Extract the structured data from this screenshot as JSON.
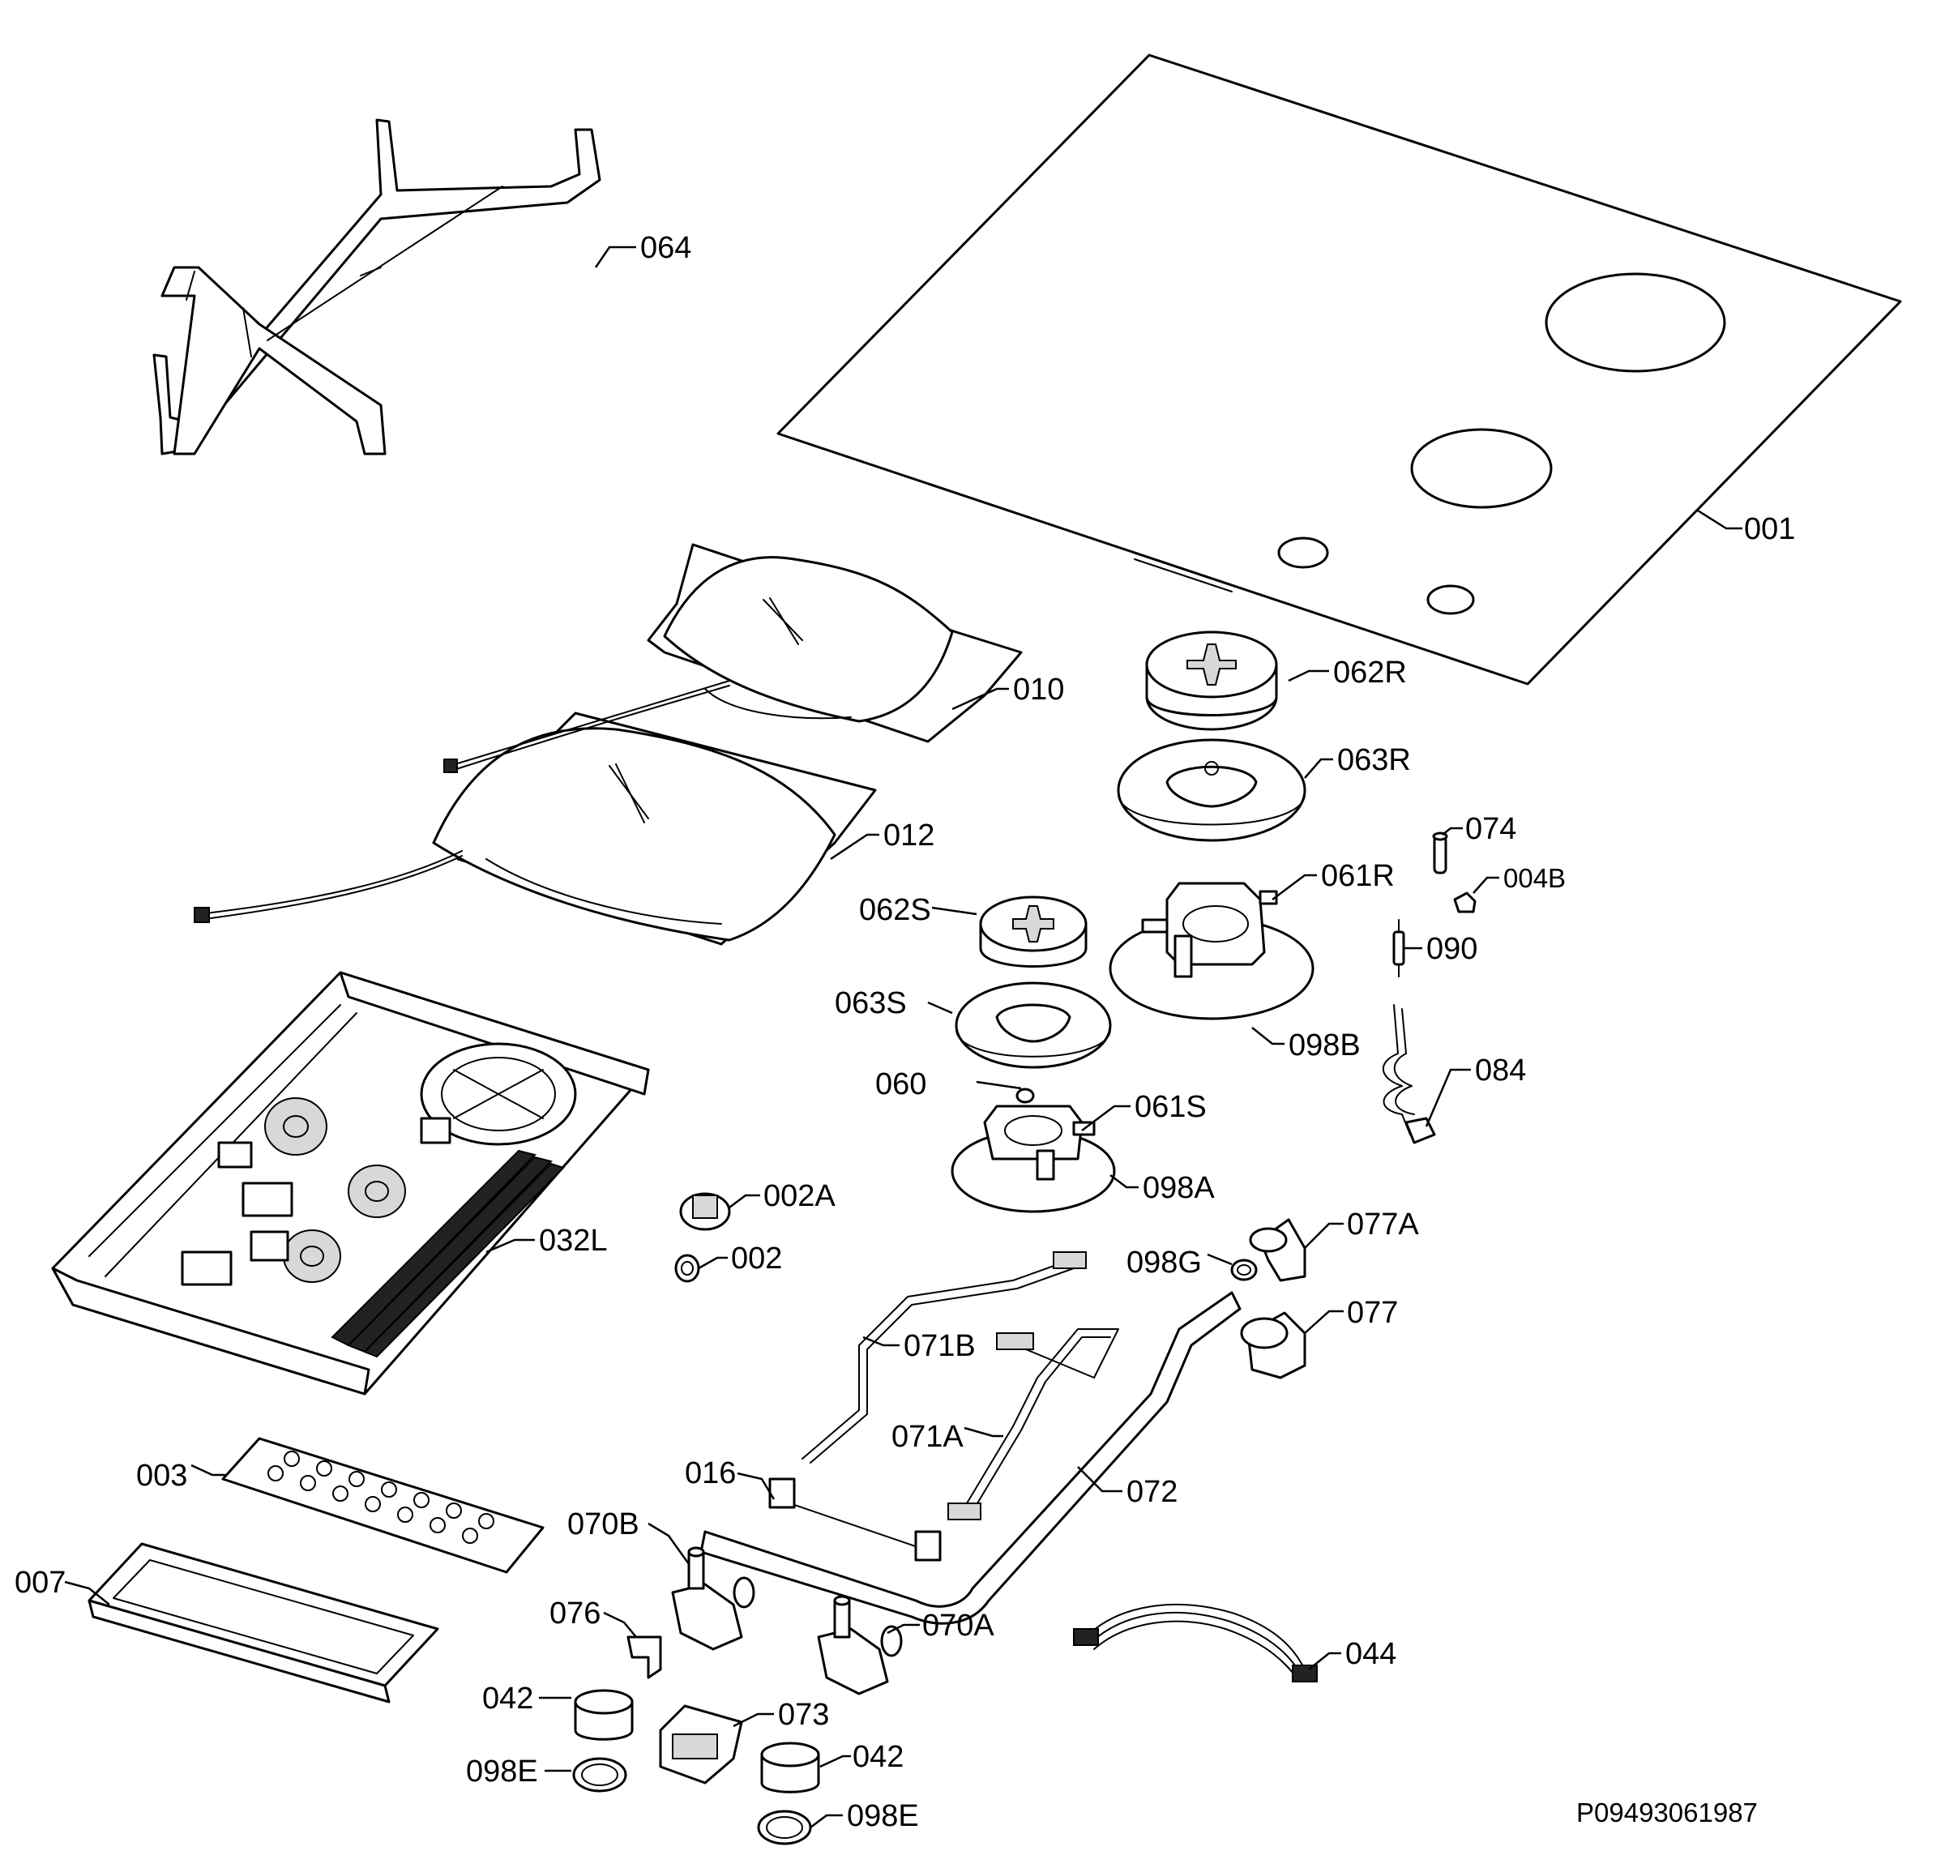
{
  "diagram": {
    "reference_code": "P09493061987",
    "labels": {
      "p064": "064",
      "p001": "001",
      "p062R": "062R",
      "p010": "010",
      "p063R": "063R",
      "p012": "012",
      "p074": "074",
      "p004B": "004B",
      "p061R": "061R",
      "p062S": "062S",
      "p090": "090",
      "p063S": "063S",
      "p098B": "098B",
      "p084": "084",
      "p060": "060",
      "p061S": "061S",
      "p098A": "098A",
      "p002A": "002A",
      "p077A": "077A",
      "p032L": "032L",
      "p002": "002",
      "p098G": "098G",
      "p077": "077",
      "p071B": "071B",
      "p071A": "071A",
      "p003": "003",
      "p016": "016",
      "p072": "072",
      "p070B": "070B",
      "p007": "007",
      "p076": "076",
      "p070A": "070A",
      "p044": "044",
      "p042a": "042",
      "p073": "073",
      "p098Ea": "098E",
      "p042b": "042",
      "p098Eb": "098E"
    }
  }
}
